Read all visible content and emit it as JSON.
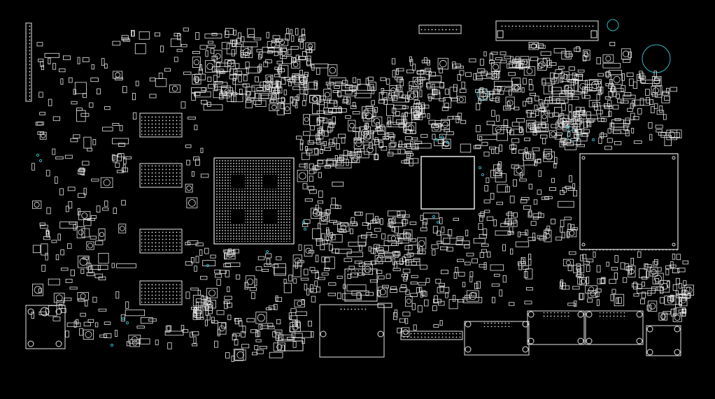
{
  "view": {
    "background": "#000000",
    "outline_color": "#e6e6e6",
    "accent_color": "#35b7c3",
    "text": ""
  },
  "components": {
    "ic_packages": [
      "bga-main",
      "qfp-center",
      "ic-right-large",
      "dip-rows"
    ],
    "connectors": [
      "header-top",
      "header-top-right",
      "sata",
      "usb",
      "rj45",
      "audio-jack",
      "pin-header-left"
    ],
    "vias_and_holes": [
      "mount-hole-large",
      "mount-hole-small",
      "test-points"
    ]
  }
}
